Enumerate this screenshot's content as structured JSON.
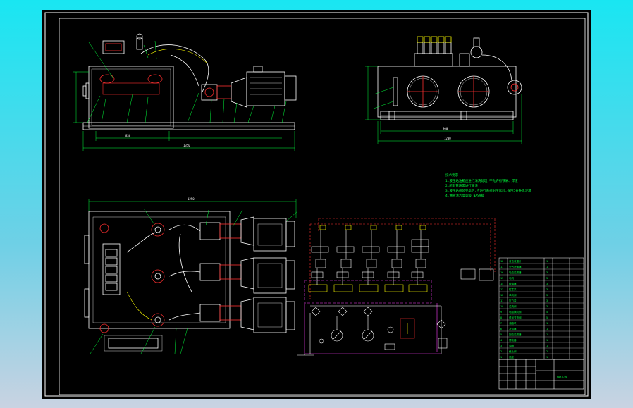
{
  "drawing": {
    "title_block_code": "HDXT-00",
    "notes_heading": "技术要求",
    "notes": [
      "1.液压站油箱应进行清洗处理,不允许有铁屑、焊渣",
      "2.所有管路需进行酸洗",
      "3.液压站组装完毕后,应进行系统耐压试验,保压5分钟无泄漏",
      "4.油液清洁度等级 NAS9级"
    ],
    "dims": {
      "front_total": "1350",
      "front_base": "830",
      "side_total": "1200",
      "side_base": "900",
      "top_total": "1250"
    },
    "parts_table": {
      "rows": [
        {
          "no": "18",
          "name": "液位液温计",
          "qty": "1"
        },
        {
          "no": "17",
          "name": "空气滤清器",
          "qty": "1"
        },
        {
          "no": "16",
          "name": "吸油过滤器",
          "qty": "3"
        },
        {
          "no": "15",
          "name": "电机",
          "qty": "3"
        },
        {
          "no": "14",
          "name": "联轴器",
          "qty": "3"
        },
        {
          "no": "13",
          "name": "柱塞泵",
          "qty": "3"
        },
        {
          "no": "12",
          "name": "单向阀",
          "qty": "3"
        },
        {
          "no": "11",
          "name": "压力表",
          "qty": "3"
        },
        {
          "no": "10",
          "name": "溢流阀",
          "qty": "3"
        },
        {
          "no": "9",
          "name": "电磁换向阀",
          "qty": "5"
        },
        {
          "no": "8",
          "name": "叠加节流阀",
          "qty": "5"
        },
        {
          "no": "7",
          "name": "油路块",
          "qty": "1"
        },
        {
          "no": "6",
          "name": "冷却器",
          "qty": "1"
        },
        {
          "no": "5",
          "name": "回油过滤器",
          "qty": "1"
        },
        {
          "no": "4",
          "name": "蓄能器",
          "qty": "1"
        },
        {
          "no": "3",
          "name": "油箱",
          "qty": "1"
        },
        {
          "no": "2",
          "name": "截止阀",
          "qty": "2"
        },
        {
          "no": "1",
          "name": "底座",
          "qty": "1"
        }
      ]
    }
  }
}
